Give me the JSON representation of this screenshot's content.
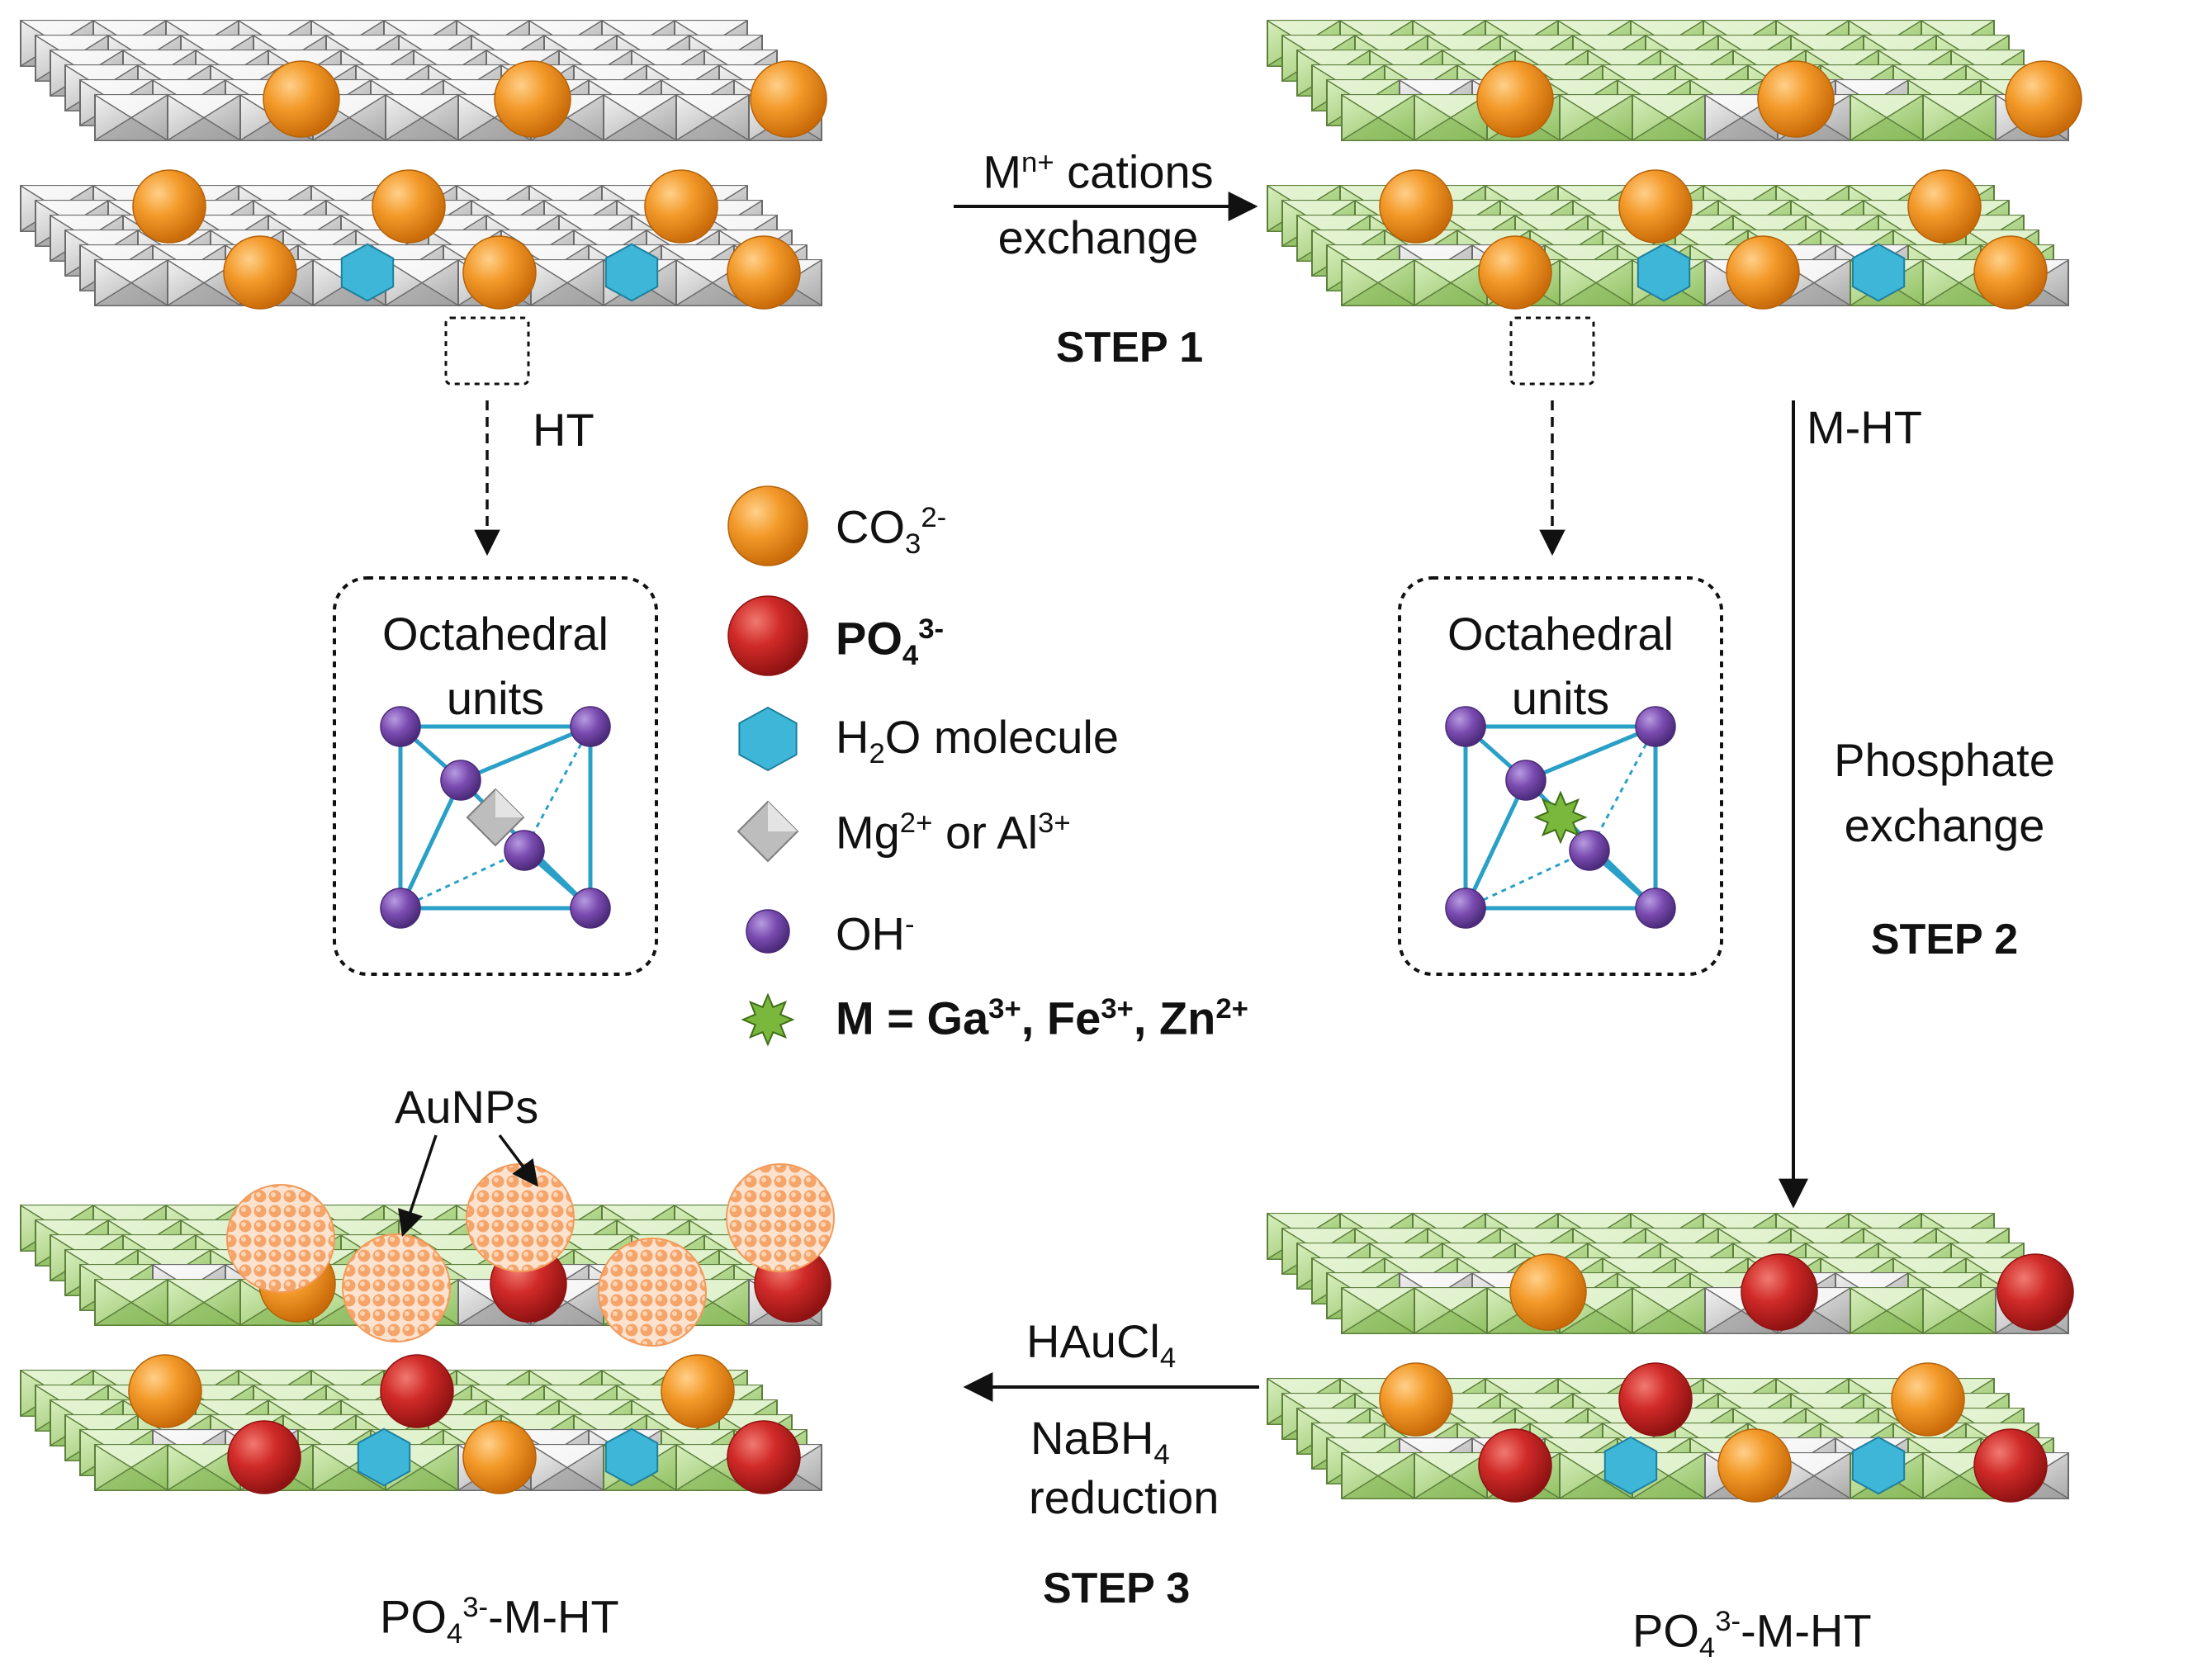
{
  "colors": {
    "carbonate": "#f39a2a",
    "phosphate": "#d02a28",
    "water": "#3eb6d8",
    "mg_al": "#b9b9b9",
    "hydroxide": "#7a4bb0",
    "metal": "#79b83c",
    "green_tile": "#b9dd90",
    "grey_tile": "#d9d9d9",
    "gold_np": "#f7b27c"
  },
  "labels": {
    "ht": "HT",
    "m_ht": "M-HT",
    "po4_m_ht_left_main": "PO",
    "po4_m_ht_left_sub": "4",
    "po4_m_ht_left_sup": "3-",
    "po4_m_ht_left_tail": "-M-HT",
    "po4_m_ht_right_main": "PO",
    "po4_m_ht_right_sub": "4",
    "po4_m_ht_right_sup": "3-",
    "po4_m_ht_right_tail": "-M-HT",
    "aunps": "AuNPs"
  },
  "steps": {
    "step1": {
      "line1_main": "M",
      "line1_sup": "n+",
      "line1_tail": " cations",
      "line2": "exchange",
      "title": "STEP 1"
    },
    "step2": {
      "line1": "Phosphate",
      "line2": "exchange",
      "title": "STEP 2"
    },
    "step3": {
      "reagent1_main": "HAuCl",
      "reagent1_sub": "4",
      "reagent2_main": "NaBH",
      "reagent2_sub": "4",
      "reagent3": "reduction",
      "title": "STEP 3"
    }
  },
  "octahedral": {
    "left_line1": "Octahedral",
    "left_line2": "units",
    "right_line1": "Octahedral",
    "right_line2": "units"
  },
  "legend": [
    {
      "icon": "orange-sphere",
      "main": "CO",
      "sub": "3",
      "sup": "2-",
      "tail": "",
      "bold": false
    },
    {
      "icon": "red-sphere",
      "main": "PO",
      "sub": "4",
      "sup": "3-",
      "tail": "",
      "bold": true
    },
    {
      "icon": "blue-hexagon",
      "main": "H",
      "sub": "2",
      "sup": "",
      "tail": "O molecule",
      "bold": false
    },
    {
      "icon": "grey-diamond",
      "main": "Mg",
      "sub": "",
      "sup": "2+",
      "tail": " or Al",
      "sup2": "3+",
      "bold": false
    },
    {
      "icon": "purple-dot",
      "main": "OH",
      "sub": "",
      "sup": "-",
      "tail": "",
      "bold": false
    },
    {
      "icon": "green-star",
      "main": "M = Ga",
      "sup": "3+",
      "tail": ", Fe",
      "sup2": "3+",
      "tail2": ", Zn",
      "sup3": "2+",
      "bold": true
    }
  ]
}
